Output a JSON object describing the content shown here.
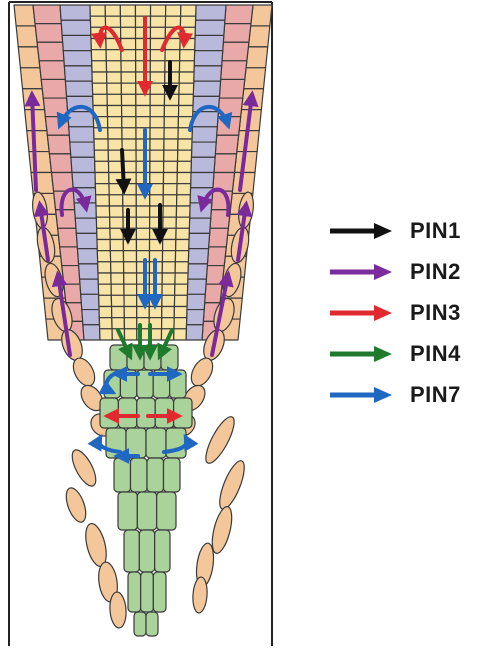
{
  "colors": {
    "background": "#ffffff",
    "frame": "#222222",
    "cell_outline": "#3a3a3a",
    "epidermis": "#f4c79a",
    "cortex": "#e8a9a8",
    "endodermis": "#b9b9dc",
    "stele": "#f7e4a6",
    "columella": "#a9d39a",
    "pin1": "#111111",
    "pin2": "#7b2a9c",
    "pin3": "#e02a2f",
    "pin4": "#1f7a2e",
    "pin7": "#1f67c0"
  },
  "legend": [
    {
      "label": "PIN1",
      "color": "#111111"
    },
    {
      "label": "PIN2",
      "color": "#7b2a9c"
    },
    {
      "label": "PIN3",
      "color": "#e02a2f"
    },
    {
      "label": "PIN4",
      "color": "#1f7a2e"
    },
    {
      "label": "PIN7",
      "color": "#1f67c0"
    }
  ]
}
